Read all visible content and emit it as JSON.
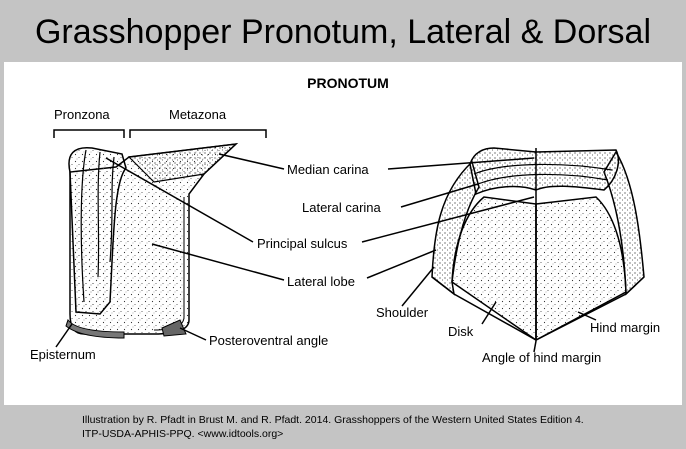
{
  "title": "Grasshopper Pronotum, Lateral & Dorsal",
  "diagram": {
    "heading": "PRONOTUM",
    "lateral_view": {
      "region_labels": [
        "Pronzona",
        "Metazona"
      ],
      "part_labels": [
        "Episternum",
        "Posteroventral angle"
      ]
    },
    "center_labels": [
      "Median carina",
      "Lateral carina",
      "Principal sulcus",
      "Lateral lobe"
    ],
    "dorsal_view": {
      "part_labels": [
        "Shoulder",
        "Disk",
        "Angle of hind margin",
        "Hind margin"
      ]
    }
  },
  "credit": {
    "line1": "Illustration by R. Pfadt in Brust M. and R. Pfadt. 2014. Grasshoppers of the Western United States Edition 4.",
    "line2": "ITP-USDA-APHIS-PPQ. <www.idtools.org>"
  }
}
